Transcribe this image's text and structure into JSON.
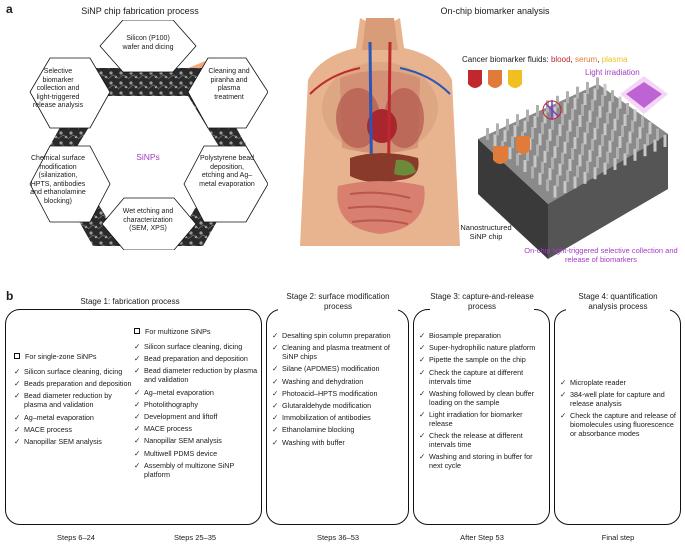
{
  "panel_a": {
    "letter": "a",
    "left_title": "SiNP chip fabrication process",
    "right_title": "On-chip biomarker analysis",
    "center_label": "SiNPs",
    "hex_steps": [
      "Silicon (P100) wafer and dicing",
      "Cleaning and piranha and plasma treatment",
      "Polystyrene bead deposition, etching and Ag–metal evaporation",
      "Wet etching and characterization (SEM, XPS)",
      "Chemical surface modification (silanization, HPTS, antibodies and ethanolamine blocking)",
      "Selective biomarker collection and light-triggered release analysis"
    ],
    "fluids_prefix": "Cancer biomarker fluids:",
    "fluids": [
      {
        "text": "blood",
        "color": "#c0282d"
      },
      {
        "text": "serum",
        "color": "#e07b3a"
      },
      {
        "text": "plasma",
        "color": "#f0c020"
      }
    ],
    "light_label": "Light irradiation",
    "chip_label": "Nanostructured SiNP chip",
    "release_label": "On-chip light-triggered selective collection and release of biomarkers",
    "colors": {
      "accent_purple": "#a43cc4",
      "salmon": "#f5a77d",
      "chip_dark": "#555555"
    }
  },
  "panel_b": {
    "letter": "b",
    "stages": [
      {
        "title": "Stage 1: fabrication process",
        "groups": [
          {
            "header": "For single-zone SiNPs",
            "items": [
              "Silicon surface cleaning, dicing",
              "Beads preparation and deposition",
              "Bead diameter reduction by plasma and validation",
              "Ag–metal evaporation",
              "MACE process",
              "Nanopillar SEM analysis"
            ]
          },
          {
            "header": "For multizone SiNPs",
            "items": [
              "Silicon surface cleaning, dicing",
              "Bead preparation and deposition",
              "Bead diameter reduction by plasma and validation",
              "Ag–metal evaporation",
              "Photolithography",
              "Development and liftoff",
              "MACE process",
              "Nanopillar SEM analysis",
              "Multiwell PDMS device",
              "Assembly of multizone SiNP platform"
            ]
          }
        ],
        "steps": [
          "Steps 6–24",
          "Steps 25–35"
        ]
      },
      {
        "title": "Stage 2: surface modification process",
        "items": [
          "Desalting spin column preparation",
          "Cleaning and plasma treatment of SiNP chips",
          "Silane (APDMES) modification",
          "Washing and dehydration",
          "Photoacid–HPTS modification",
          "Glutaraldehyde modification",
          "Immobilization of antibodies",
          "Ethanolamine blocking",
          "Washing with buffer"
        ],
        "steps": "Steps 36–53"
      },
      {
        "title": "Stage 3: capture-and-release process",
        "items": [
          "Biosample preparation",
          "Super-hydrophilic nature platform",
          "Pipette the sample on the chip",
          "Check the capture at different intervals time",
          "Washing followed by clean buffer loading on the sample",
          "Light irradiation for biomarker release",
          "Check the release at different intervals time",
          "Washing and storing in buffer for next cycle"
        ],
        "steps": "After Step 53"
      },
      {
        "title": "Stage 4: quantification analysis process",
        "items": [
          "Microplate reader",
          "384-well plate for capture and release analysis",
          "Check the capture and release of biomolecules using fluorescence or absorbance modes"
        ],
        "steps": "Final step"
      }
    ]
  }
}
